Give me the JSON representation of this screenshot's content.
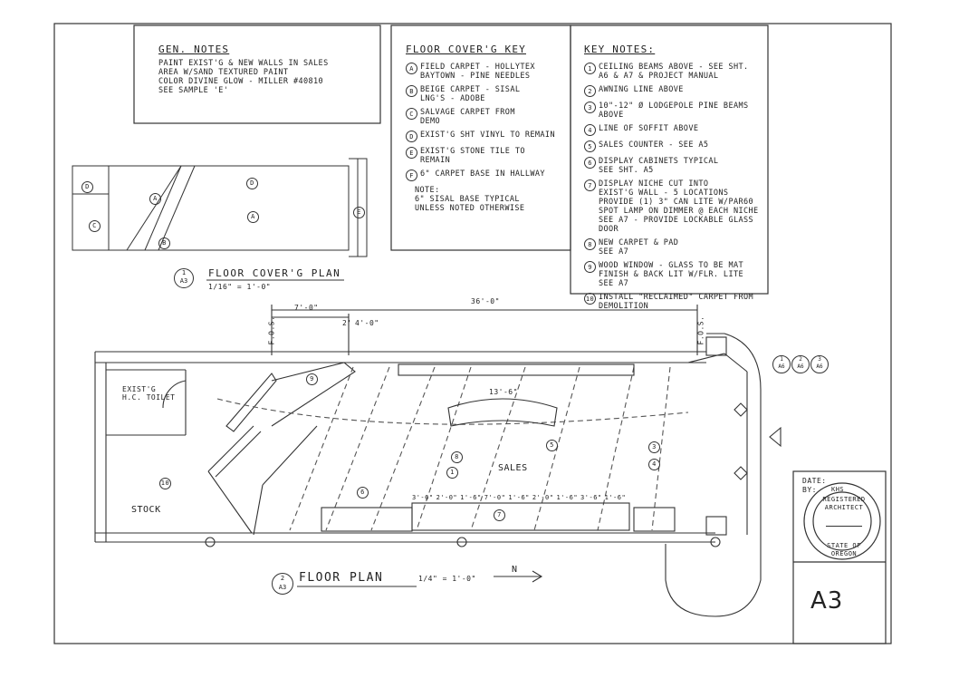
{
  "gen_notes": {
    "title": "GEN. NOTES",
    "text": "PAINT EXIST'G & NEW WALLS IN SALES\nAREA W/SAND TEXTURED PAINT\nCOLOR DIVINE GLOW - MILLER #40810\nSEE SAMPLE 'E'"
  },
  "floor_key": {
    "title": "FLOOR COVER'G KEY",
    "items": [
      {
        "tag": "A",
        "text": "FIELD CARPET - HOLLYTEX\nBAYTOWN - PINE NEEDLES"
      },
      {
        "tag": "B",
        "text": "BEIGE CARPET - SISAL\nLNG'S - ADOBE"
      },
      {
        "tag": "C",
        "text": "SALVAGE CARPET FROM\nDEMO"
      },
      {
        "tag": "D",
        "text": "EXIST'G SHT VINYL TO REMAIN"
      },
      {
        "tag": "E",
        "text": "EXIST'G STONE TILE TO\nREMAIN"
      },
      {
        "tag": "F",
        "text": "6\" CARPET BASE IN HALLWAY"
      }
    ],
    "note": "NOTE:\n6\" SISAL BASE TYPICAL\nUNLESS NOTED OTHERWISE"
  },
  "key_notes": {
    "title": "KEY NOTES:",
    "items": [
      {
        "tag": "1",
        "text": "CEILING BEAMS ABOVE - SEE SHT.\nA6 & A7 & PROJECT MANUAL"
      },
      {
        "tag": "2",
        "text": "AWNING LINE ABOVE"
      },
      {
        "tag": "3",
        "text": "10\"-12\" Ø LODGEPOLE PINE BEAMS\nABOVE"
      },
      {
        "tag": "4",
        "text": "LINE OF SOFFIT ABOVE"
      },
      {
        "tag": "5",
        "text": "SALES COUNTER - SEE A5"
      },
      {
        "tag": "6",
        "text": "DISPLAY CABINETS TYPICAL\nSEE SHT. A5"
      },
      {
        "tag": "7",
        "text": "DISPLAY NICHE CUT INTO\nEXIST'G WALL - 5 LOCATIONS\nPROVIDE (1) 3\" CAN LITE W/PAR60\nSPOT LAMP ON DIMMER @ EACH NICHE\nSEE A7 - PROVIDE LOCKABLE GLASS DOOR"
      },
      {
        "tag": "8",
        "text": "NEW CARPET & PAD\nSEE A7"
      },
      {
        "tag": "9",
        "text": "WOOD WINDOW - GLASS TO BE MAT\nFINISH & BACK LIT W/FLR. LITE\nSEE A7"
      },
      {
        "tag": "10",
        "text": "INSTALL \"RECLAIMED\" CARPET FROM\nDEMOLITION"
      }
    ]
  },
  "floor_covering_plan": {
    "title": "FLOOR COVER'G PLAN",
    "detail_num": "1",
    "sheet_ref": "A3",
    "scale": "1/16\" = 1'-0\"",
    "tags": [
      "D",
      "C",
      "A",
      "D",
      "A",
      "B",
      "E"
    ]
  },
  "floor_plan": {
    "title": "FLOOR PLAN",
    "detail_num": "2",
    "sheet_ref": "A3",
    "scale": "1/4\" = 1'-0\"",
    "north": "N",
    "room_labels": {
      "toilet": "EXIST'G\nH.C. TOILET",
      "stock": "STOCK",
      "sales": "SALES"
    },
    "dims": {
      "overall": "36'-0\"",
      "left": "7'-0\"",
      "d1": "2'",
      "d2": "4'-0\"",
      "counter": "13'-6\"",
      "fos1": "F.O.S.",
      "fos2": "F.O.S."
    },
    "niche_dims": [
      "3'-6\"",
      "2'-0\"",
      "1'-6\"",
      "7'-0\"",
      "1'-6\"",
      "2'-0\"",
      "1'-6\"",
      "3'-6\"",
      "1'-6\""
    ],
    "section_refs": [
      {
        "num": "1",
        "sheet": "A6"
      },
      {
        "num": "2",
        "sheet": "A6"
      },
      {
        "num": "3",
        "sheet": "A6"
      }
    ]
  },
  "stamp": {
    "date_label": "DATE:",
    "by_label": "BY:",
    "initials": "KHS",
    "arch_top": "REGISTERED ARCHITECT",
    "arch_bottom": "STATE OF OREGON",
    "sheet_number": "A3"
  }
}
